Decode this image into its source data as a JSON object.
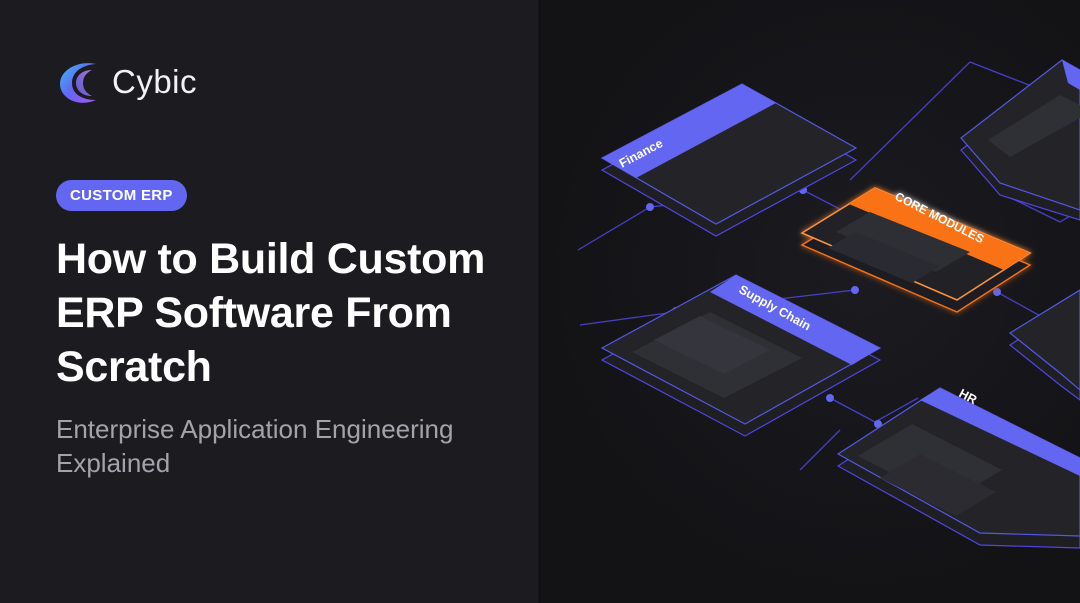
{
  "brand": {
    "name": "Cybic",
    "logo_gradient": [
      "#6366f1",
      "#8b5cf6",
      "#38bdf8"
    ]
  },
  "badge": {
    "label": "CUSTOM ERP",
    "color": "#6366f1"
  },
  "headline": "How to Build Custom ERP Software From Scratch",
  "subtitle": "Enterprise Application Engineering Explained",
  "colors": {
    "accent": "#6366f1",
    "highlight": "#f97316",
    "card_fill": "#232328",
    "line": "#4f46e5"
  },
  "modules": [
    {
      "label": "Finance"
    },
    {
      "label": "CORE MODULES"
    },
    {
      "label": "Supply Chain"
    },
    {
      "label": "HR"
    }
  ]
}
